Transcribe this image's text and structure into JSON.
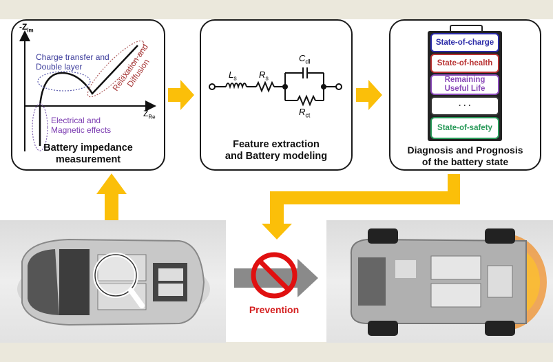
{
  "panels": {
    "impedance": {
      "caption_line1": "Battery impedance",
      "caption_line2": "measurement",
      "y_axis_label": "-Z",
      "y_axis_sub": "Im",
      "x_axis_label": "Z",
      "x_axis_sub": "Re",
      "region_charge_line1": "Charge transfer and",
      "region_charge_line2": "Double layer",
      "region_relax_line1": "Relaxation and",
      "region_relax_line2": "Diffusion",
      "region_electrical_line1": "Electrical and",
      "region_electrical_line2": "Magnetic effects",
      "colors": {
        "charge": "#3a3a9a",
        "relax": "#a83a3a",
        "electrical": "#7a3ab0"
      }
    },
    "modeling": {
      "caption_line1": "Feature extraction",
      "caption_line2": "and Battery modeling",
      "components": [
        {
          "symbol": "L",
          "sub": "s",
          "type": "inductor"
        },
        {
          "symbol": "R",
          "sub": "s",
          "type": "resistor"
        },
        {
          "symbol": "C",
          "sub": "dl",
          "type": "capacitor"
        },
        {
          "symbol": "R",
          "sub": "ct",
          "type": "resistor"
        }
      ]
    },
    "diagnosis": {
      "caption_line1": "Diagnosis and Prognosis",
      "caption_line2": "of the battery state",
      "cells": [
        {
          "label": "State-of-charge",
          "color": "#2b2ba8"
        },
        {
          "label": "State-of-health",
          "color": "#b83232"
        },
        {
          "label": "Remaining Useful Life",
          "color": "#8a4ab8"
        },
        {
          "label": "· · ·",
          "color": "#333333"
        },
        {
          "label": "State-of-safety",
          "color": "#2a9a5a"
        }
      ]
    }
  },
  "bottom": {
    "prevention_label": "Prevention",
    "left_photo": "Top view of electric car with exposed battery pack under magnifier",
    "right_photo": "Electric car chassis with battery pack on fire"
  },
  "colors": {
    "arrow": "#fbbf09",
    "prevention": "#d42020",
    "background": "#ebe8dc"
  }
}
